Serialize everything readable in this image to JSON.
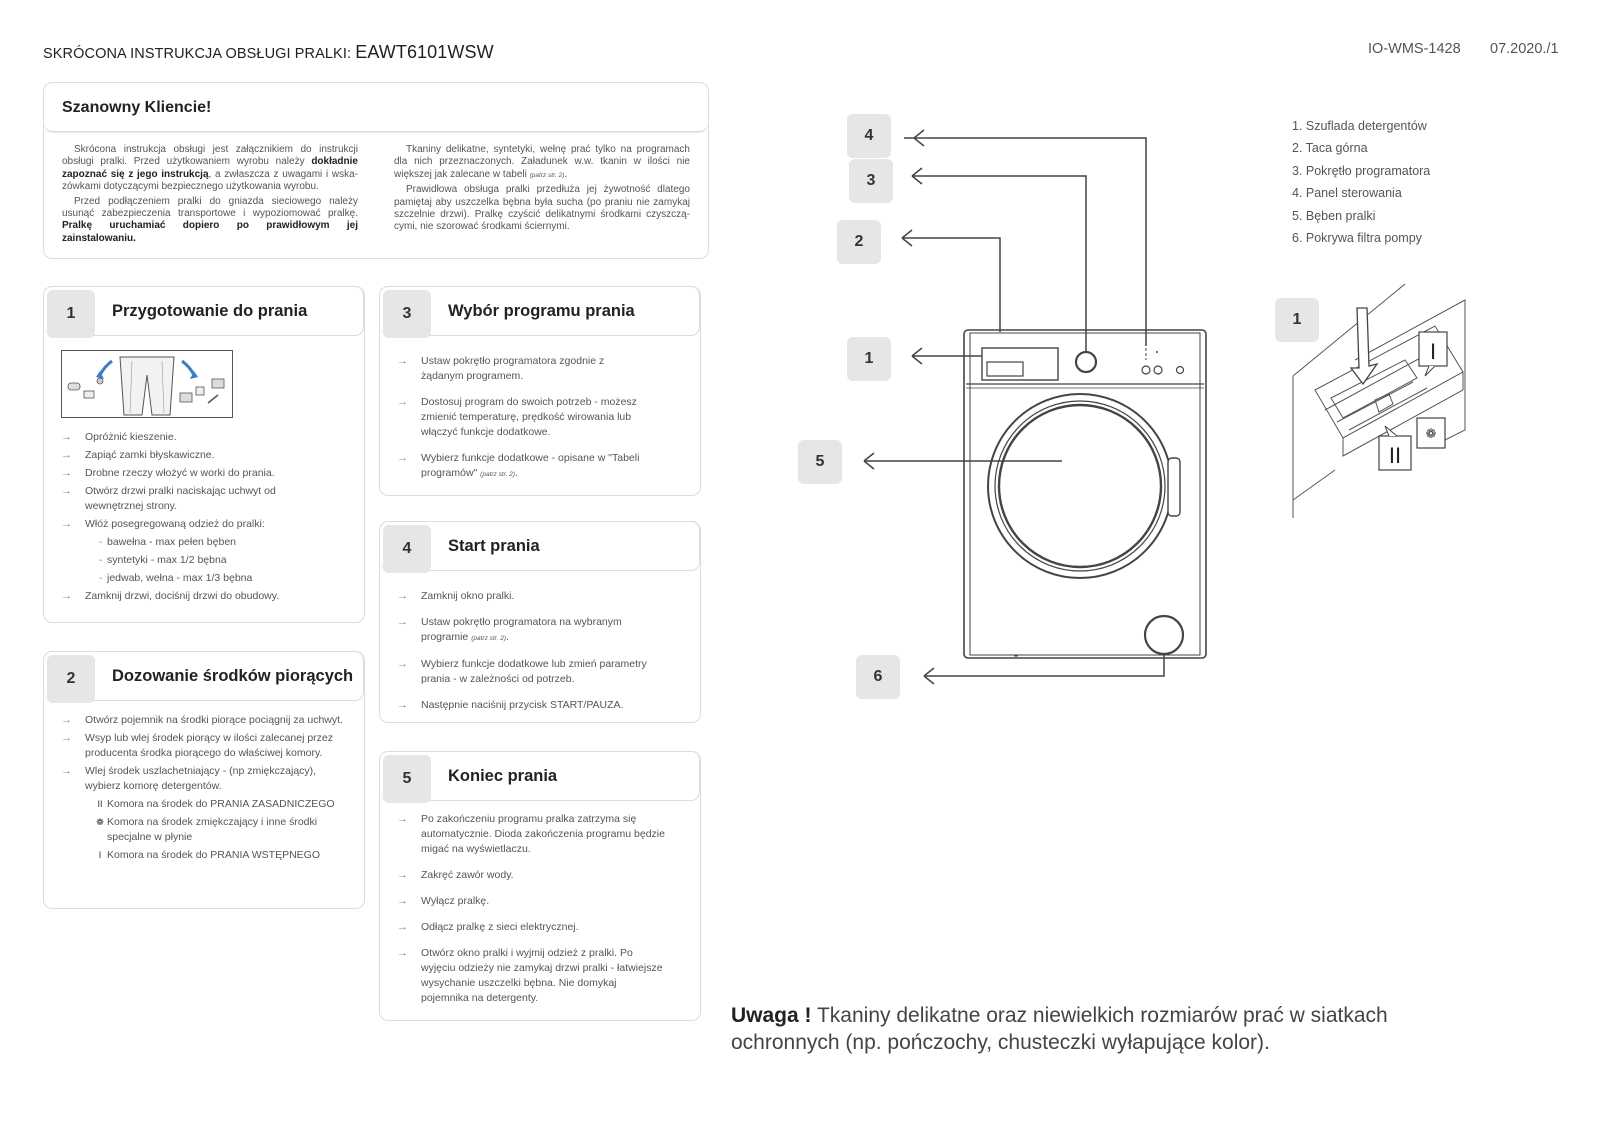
{
  "header": {
    "title": "SKRÓCONA INSTRUKCJA OBSŁUGI PRALKI:",
    "model": "EAWT6101WSW",
    "doc_code": "IO-WMS-1428",
    "date": "07.2020./1"
  },
  "intro": {
    "title": "Szanowny Kliencie!",
    "col1": {
      "p1_a": "Skrócona instrukcja obsługi jest załącznikiem do instrukcji obsługi pralki. Przed użytkowaniem wyrobu należy ",
      "p1_b": "dokładnie zapoznać się z jego instrukcją",
      "p1_c": ", a zwłaszcza z uwagami i wska-zówkami dotyczącymi bezpiecznego użytkowania wyrobu.",
      "p2_a": "Przed podłączeniem pralki do gniazda sieciowego należy usunąć zabezpieczenia transportowe i wypoziomować pralkę. ",
      "p2_b": "Pralkę uruchamiać dopiero po prawidłowym jej zainstalowaniu."
    },
    "col2": {
      "p1_a": "Tkaniny delikatne, syntetyki, wełnę prać tylko na programach dla nich przeznaczonych. Załadunek w.w. tkanin w ilości nie większej jak zalecane w tabeli ",
      "p1_ref": "(patrz str. 2)",
      "p1_c": ".",
      "p2": "Prawidłowa obsługa pralki przedłuża jej żywotność dlatego pamiętaj aby uszczelka bębna była sucha (po praniu nie zamykaj szczelnie drzwi). Pralkę czyścić delikatnymi środkami czyszczą-cymi, nie szorować środkami ściernymi."
    }
  },
  "sections": {
    "s1": {
      "num": "1",
      "title": "Przygotowanie do prania",
      "items": [
        "Opróżnić kieszenie.",
        "Zapiąć zamki błyskawiczne.",
        "Drobne rzeczy włożyć w worki do prania.",
        "Otwórz drzwi pralki naciskając uchwyt od wewnętrznej strony.",
        "Włóż posegregowaną odzież do pralki:"
      ],
      "subitems": [
        "bawełna - max pełen bęben",
        "syntetyki - max 1/2 bębna",
        "jedwab, wełna - max 1/3 bębna"
      ],
      "last": "Zamknij drzwi, dociśnij drzwi do obudowy."
    },
    "s2": {
      "num": "2",
      "title": "Dozowanie środków piorących",
      "items": [
        "Otwórz pojemnik na środki piorące pociągnij za uchwyt.",
        "Wsyp lub wlej środek piorący w ilości zalecanej przez producenta środka piorącego do właściwej komory.",
        "Wlej środek uszlachetniający - (np zmiękczający), wybierz komorę detergentów."
      ],
      "compartments": [
        {
          "icon": "II",
          "text": "Komora  na  środek do PRANIA ZASADNICZEGO"
        },
        {
          "icon": "❁",
          "text": "Komora na  środek zmiękczający i inne środki specjalne w płynie"
        },
        {
          "icon": "I",
          "text": "Komora na środek do PRANIA WSTĘPNEGO"
        }
      ]
    },
    "s3": {
      "num": "3",
      "title": "Wybór programu prania",
      "items": [
        "Ustaw pokrętło programatora zgodnie z żądanym programem.",
        "Dostosuj program do swoich potrzeb - możesz zmienić temperaturę, prędkość wirowania lub włączyć funkcje dodatkowe."
      ],
      "item3_a": "Wybierz funkcje dodatkowe - opisane w \"Tabeli programów\" ",
      "item3_ref": "(patrz str. 2)",
      "item3_c": "."
    },
    "s4": {
      "num": "4",
      "title": "Start prania",
      "item1": "Zamknij okno pralki.",
      "item2_a": "Ustaw pokrętło programatora na wybranym programie ",
      "item2_ref": "(patrz str. 2)",
      "item2_c": ".",
      "item3": "Wybierz funkcje dodatkowe lub zmień parametry prania - w zależności od potrzeb.",
      "item4": "Następnie naciśnij przycisk START/PAUZA."
    },
    "s5": {
      "num": "5",
      "title": "Koniec prania",
      "items": [
        "Po zakończeniu programu pralka zatrzyma się automatycznie. Dioda zakończenia programu będzie migać na wyświetlaczu.",
        "Zakręć zawór wody.",
        "Wyłącz pralkę.",
        "Odłącz pralkę z sieci elektrycznej.",
        "Otwórz okno pralki i wyjmij odzież z pralki. Po wyjęciu odzieży nie zamykaj drzwi  pralki - łatwiejsze wysychanie uszczelki bębna. Nie domykaj pojemnika na detergenty."
      ]
    }
  },
  "diagram": {
    "callouts": [
      "4",
      "3",
      "2",
      "1",
      "5",
      "6"
    ],
    "legend": [
      "1. Szuflada detergentów",
      "2. Taca górna",
      "3. Pokrętło programatora",
      "4. Panel sterowania",
      "5. Bęben pralki",
      "6. Pokrywa filtra pompy"
    ],
    "drawer_callout": "1",
    "drawer_labels": [
      "I",
      "II"
    ]
  },
  "note": {
    "bold": "Uwaga !",
    "text": " Tkaniny delikatne oraz niewielkich rozmiarów prać w siatkach ochronnych (np. pończochy, chusteczki wyłapujące kolor)."
  }
}
